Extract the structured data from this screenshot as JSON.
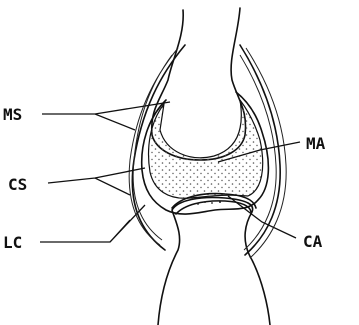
{
  "labels": {
    "ms": "MS",
    "cs": "CS",
    "lc": "LC",
    "ma": "MA",
    "ca": "CA"
  },
  "colors": {
    "ink": "#111111",
    "background": "#ffffff",
    "stipple": "#555555"
  }
}
